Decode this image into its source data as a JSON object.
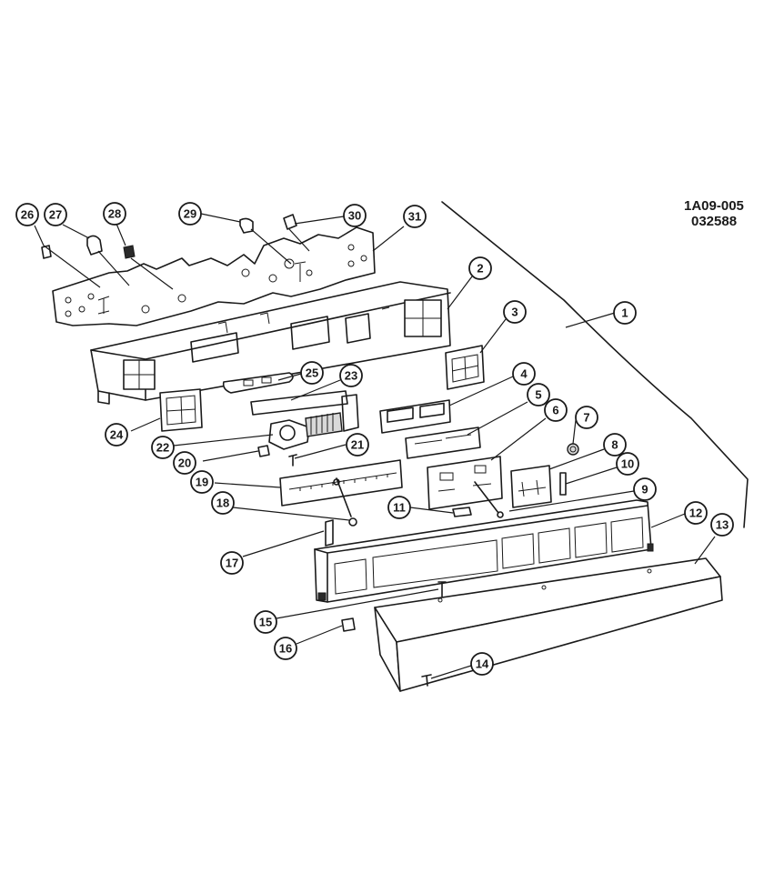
{
  "reference": {
    "code": "1A09-005",
    "date": "032588"
  },
  "callouts": [
    {
      "id": "1"
    },
    {
      "id": "2"
    },
    {
      "id": "3"
    },
    {
      "id": "4"
    },
    {
      "id": "5"
    },
    {
      "id": "6"
    },
    {
      "id": "7"
    },
    {
      "id": "8"
    },
    {
      "id": "9"
    },
    {
      "id": "10"
    },
    {
      "id": "11"
    },
    {
      "id": "12"
    },
    {
      "id": "13"
    },
    {
      "id": "14"
    },
    {
      "id": "15"
    },
    {
      "id": "16"
    },
    {
      "id": "17"
    },
    {
      "id": "18"
    },
    {
      "id": "19"
    },
    {
      "id": "20"
    },
    {
      "id": "21"
    },
    {
      "id": "22"
    },
    {
      "id": "23"
    },
    {
      "id": "24"
    },
    {
      "id": "25"
    },
    {
      "id": "26"
    },
    {
      "id": "27"
    },
    {
      "id": "28"
    },
    {
      "id": "29"
    },
    {
      "id": "30"
    },
    {
      "id": "31"
    }
  ]
}
